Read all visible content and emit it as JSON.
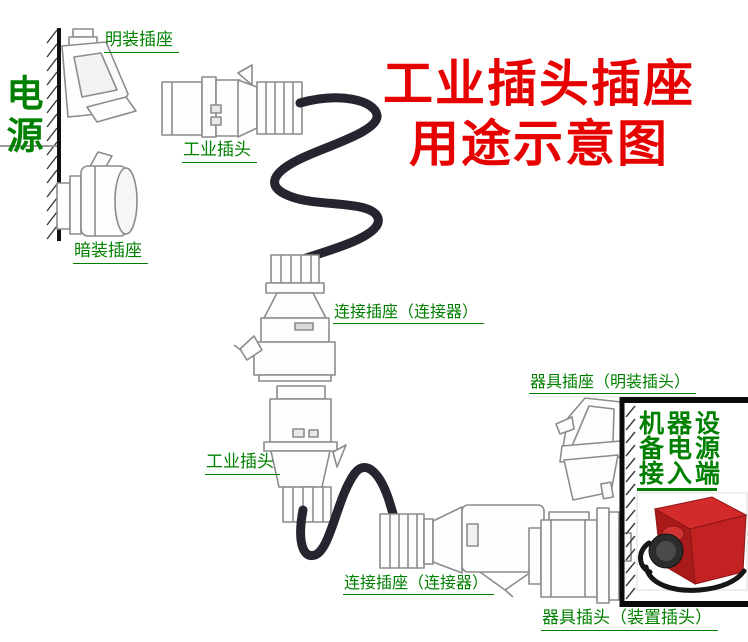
{
  "diagram": {
    "power_label": "电源",
    "title": {
      "line1": "工业插头插座",
      "line2": "用途示意图"
    },
    "labels": {
      "surface_socket": "明装插座",
      "flush_socket": "暗装插座",
      "industrial_plug_top": "工业插头",
      "connector_top": "连接插座（连接器）",
      "industrial_plug_bottom": "工业插头",
      "connector_bottom": "连接插座（连接器）",
      "appliance_socket": "器具插座（明装插头）",
      "appliance_plug": "器具插头（装置插头）"
    },
    "machine_terminal": {
      "lines": [
        "机器设",
        "备电源",
        "接入端"
      ]
    },
    "colors": {
      "label_green": "#008000",
      "title_red": "#e60000",
      "cable_dark": "#25252f",
      "machine_red": "#c92222",
      "lineart_gray": "#8c8c8c",
      "wall_black": "#111111"
    }
  }
}
